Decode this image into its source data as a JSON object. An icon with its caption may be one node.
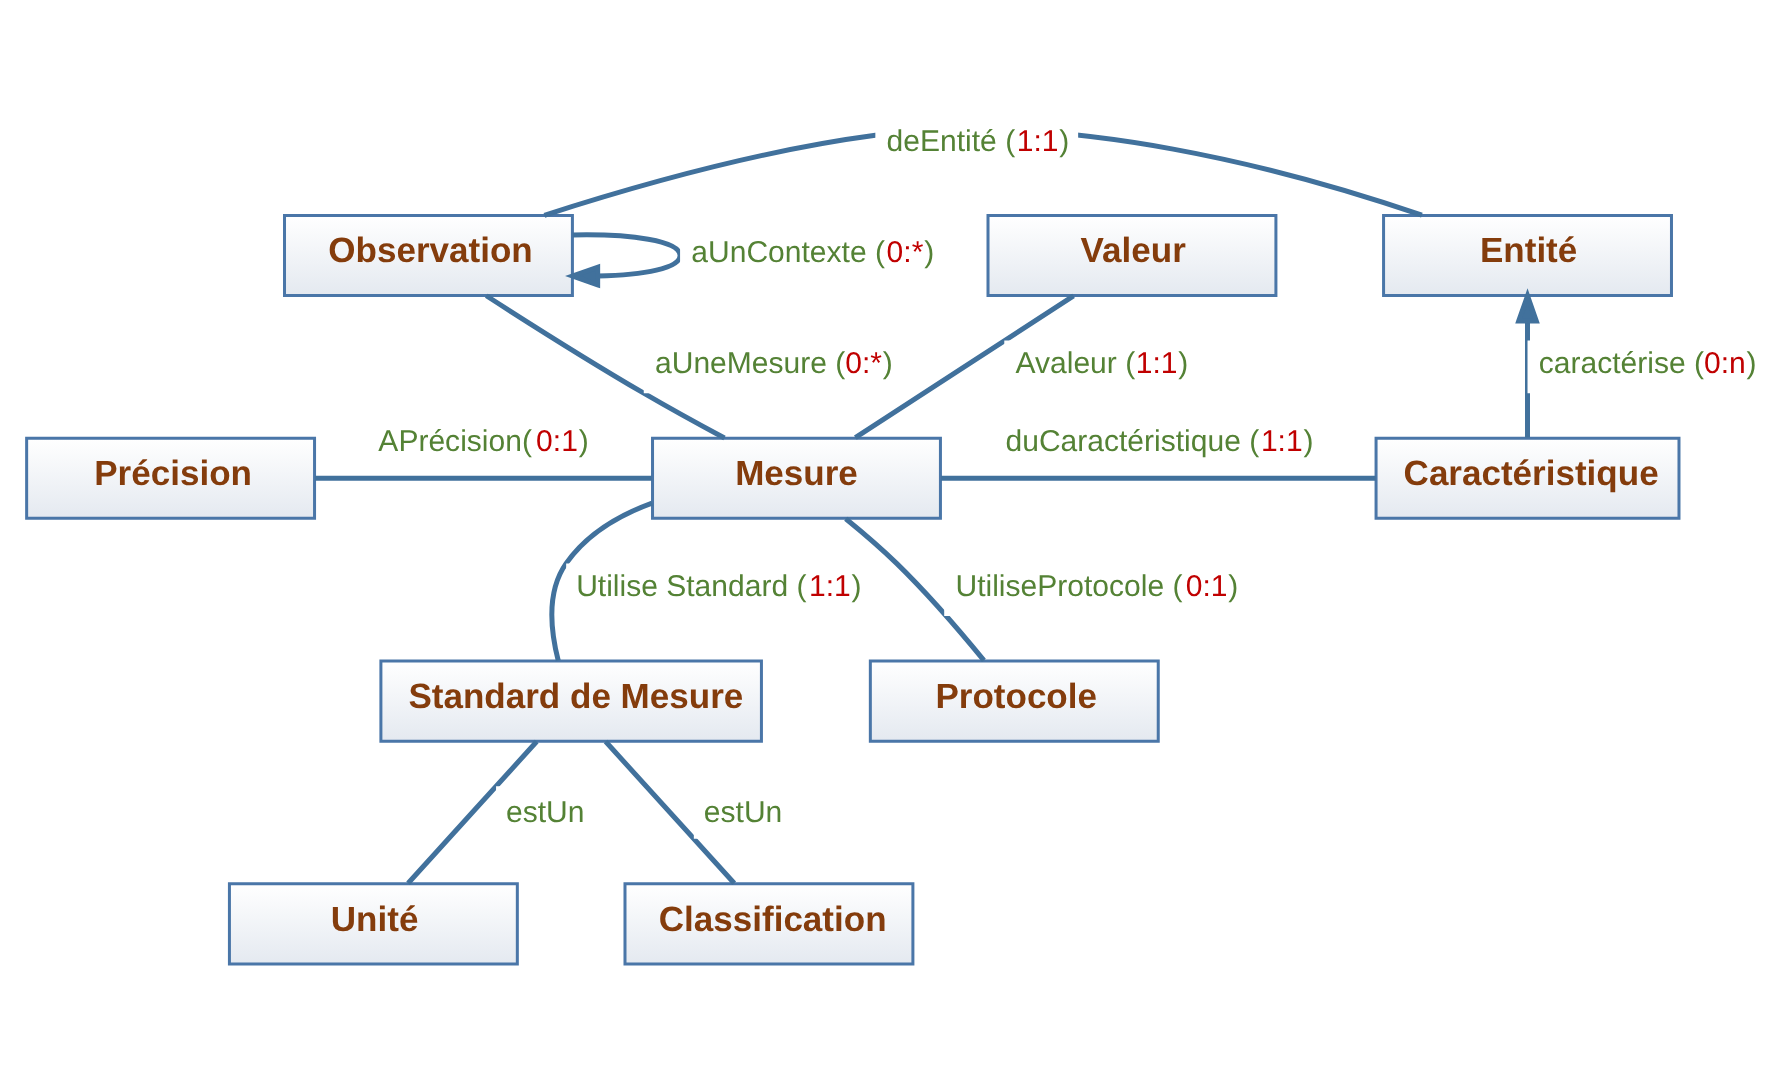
{
  "diagram": {
    "nodes": [
      {
        "text": [
          "Observation"
        ]
      },
      {
        "text": [
          "Entité"
        ]
      },
      {
        "text": [
          "Valeur"
        ]
      },
      {
        "text": [
          "Précision"
        ]
      },
      {
        "text": [
          "Mesure"
        ]
      },
      {
        "text": [
          "Caractéristique"
        ]
      },
      {
        "text": [
          "Protocole"
        ]
      },
      {
        "text": [
          "Standard de Mesure"
        ]
      },
      {
        "text": [
          "Unité"
        ]
      },
      {
        "text": [
          "Classification"
        ]
      }
    ],
    "edges": [
      {
        "from": 0,
        "to": 0,
        "arrow": "to",
        "label": "aUnContexte (0:*)"
      },
      {
        "from": 0,
        "to": 1,
        "arrow": "none",
        "label": "deEntité (1:1)"
      },
      {
        "from": 0,
        "to": 4,
        "arrow": "none",
        "label": "aUneMesure (0:*)"
      },
      {
        "from": 2,
        "to": 4,
        "arrow": "none",
        "label": "Avaleur (1:1)"
      },
      {
        "from": 3,
        "to": 4,
        "arrow": "none",
        "label": "APrécision(0:1)"
      },
      {
        "from": 6,
        "to": 4,
        "arrow": "none",
        "label": "UtiliseProtocole (0:1)"
      },
      {
        "from": 4,
        "to": 5,
        "arrow": "none",
        "label": "duCaractéristique (1:1)"
      },
      {
        "from": 5,
        "to": 1,
        "arrow": "to",
        "label": "caractérise (0:n)"
      },
      {
        "from": 4,
        "to": 7,
        "arrow": "none",
        "label": "Utilise Standard (1:1)"
      },
      {
        "from": 7,
        "to": 8,
        "arrow": "none",
        "label": "estUn"
      },
      {
        "from": 7,
        "to": 9,
        "arrow": "none",
        "label": "estUn"
      }
    ]
  }
}
